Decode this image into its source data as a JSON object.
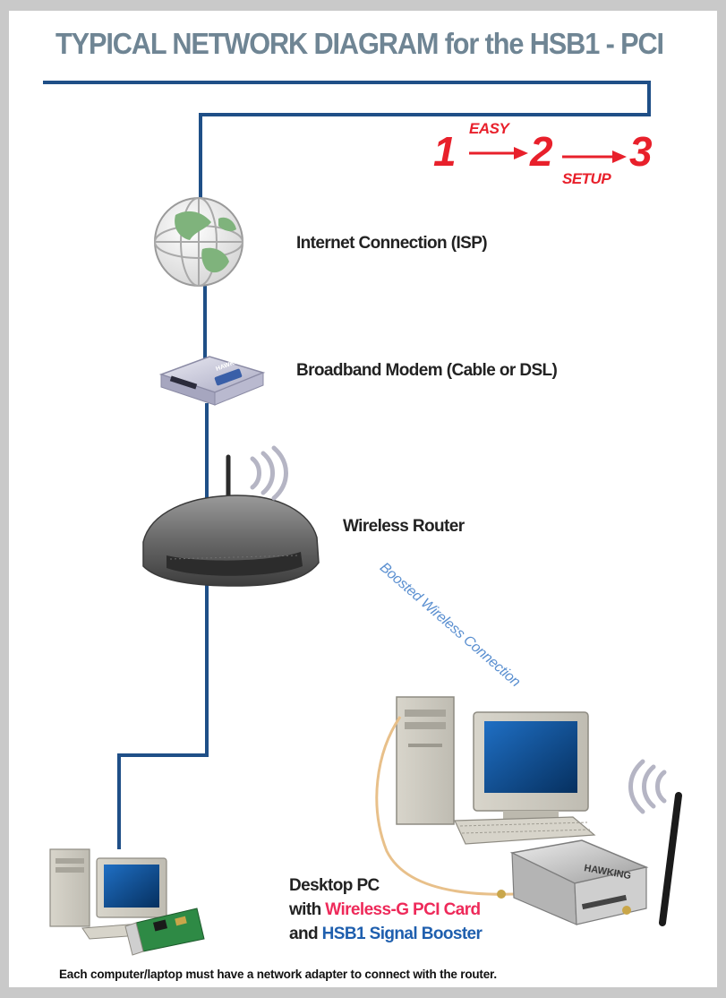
{
  "title": "TYPICAL NETWORK DIAGRAM for the HSB1 - PCI",
  "steps": {
    "step1": "1",
    "step2": "2",
    "step3": "3",
    "word_easy": "EASY",
    "word_setup": "SETUP"
  },
  "nodes": {
    "internet_label": "Internet Connection (ISP)",
    "modem_label": "Broadband Modem (Cable or DSL)",
    "router_label": "Wireless Router"
  },
  "wireless_link_label": "Boosted Wireless Connection",
  "desktop_caption": {
    "line1": "Desktop PC",
    "line2_prefix": "with ",
    "line2_highlight": "Wireless-G PCI Card",
    "line3_prefix": "and ",
    "line3_highlight": "HSB1 Signal Booster"
  },
  "device_badges": {
    "modem_brand": "HAWKING",
    "booster_brand": "HAWKING"
  },
  "footer_note": "Each computer/laptop must have a network adapter to connect with the router.",
  "colors": {
    "wire": "#1f4f87",
    "title": "#6f8594",
    "steps": "#e8202b",
    "highlight_red": "#ee2a5a",
    "highlight_blue": "#1f5fae",
    "wireless_text": "#5a8fd0"
  }
}
